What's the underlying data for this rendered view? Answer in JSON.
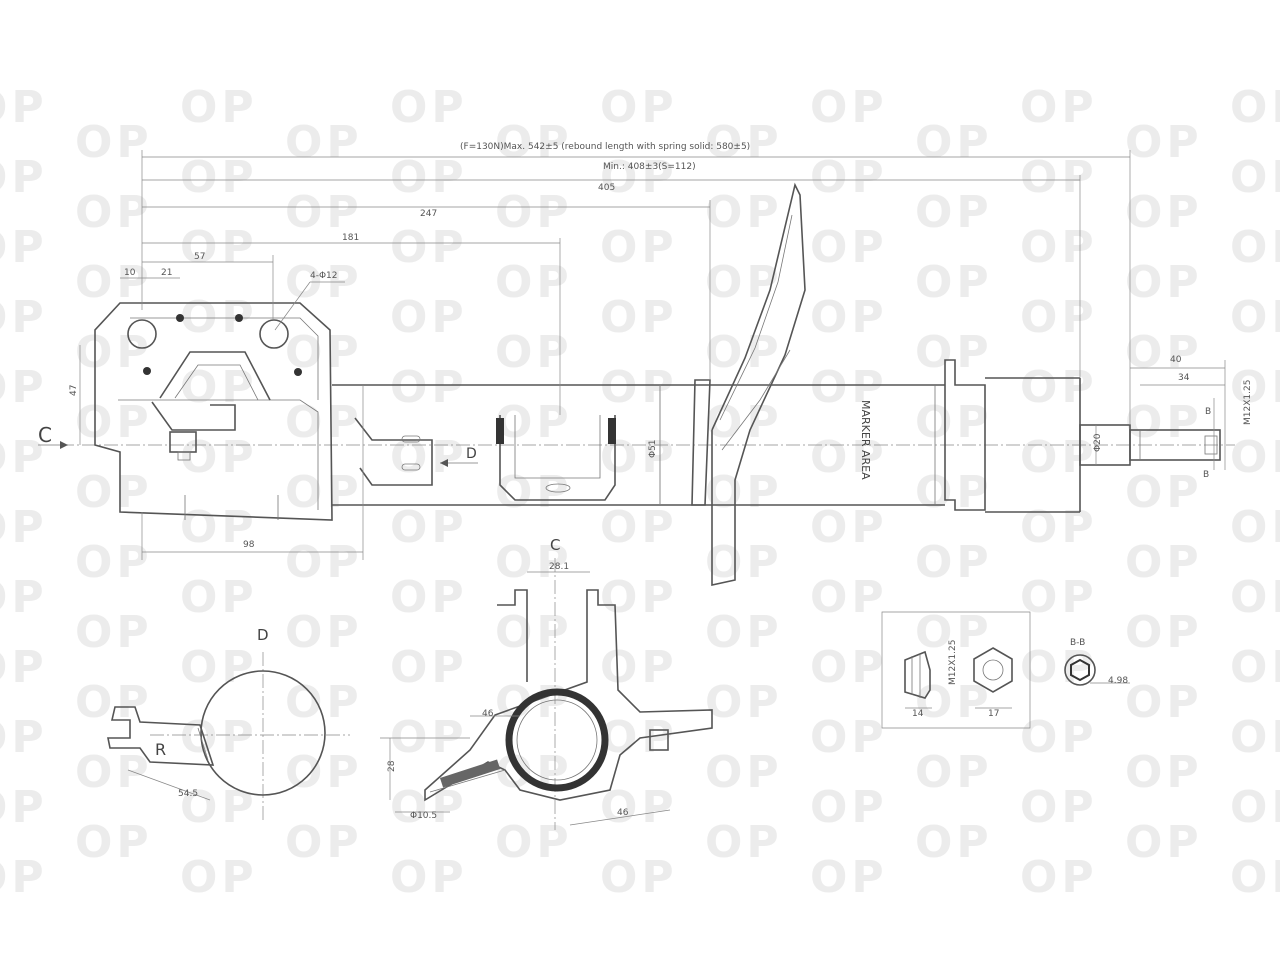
{
  "watermark": {
    "text": "OP"
  },
  "dimensions": {
    "top_note": "(F=130N)Max. 542±5 (rebound length with spring solid: 580±5)",
    "min_note": "Min.: 408±3(S=112)",
    "d405": "405",
    "d247": "247",
    "d181": "181",
    "d57": "57",
    "d10": "10",
    "d21": "21",
    "hole": "4-Φ12",
    "d47": "47",
    "d98": "98",
    "d51": "Φ51",
    "d20": "Φ20",
    "d40": "40",
    "d34": "34",
    "thread": "M12X1.25",
    "b_top": "B",
    "b_bot": "B",
    "marker": "MARKER AREA",
    "d281": "28.1",
    "d545": "54.5",
    "d46a": "46",
    "d46b": "46",
    "d28": "28",
    "d105": "Φ10.5",
    "nut_thread": "M12X1.25",
    "d14": "14",
    "d17": "17",
    "bb": "B-B",
    "d498": "4.98"
  },
  "section_labels": {
    "c_arrow": "C",
    "d_arrow": "D",
    "c_view": "C",
    "d_view": "D",
    "r_label": "R"
  }
}
